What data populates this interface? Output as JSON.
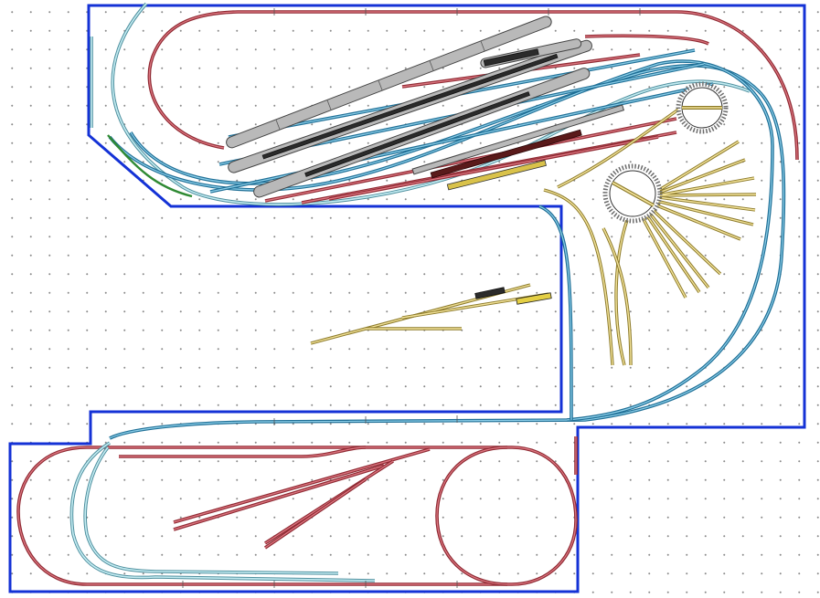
{
  "diagram": {
    "kind": "model railway track plan",
    "colors": {
      "board_outline": "#1432d6",
      "track_red": "#8f2a33",
      "track_blue": "#1f6f96",
      "track_teal": "#4f8f9e",
      "track_yellow": "#c9b44a",
      "track_green": "#2f8a33",
      "grid_dots": "#8a8a8a",
      "background": "#ffffff"
    },
    "elements": {
      "board": "baseboard-outline",
      "turntables": [
        "turntable-upper",
        "turntable-lower"
      ],
      "coaches": [
        "passenger-train-1",
        "passenger-train-2",
        "passenger-train-3",
        "passenger-train-4"
      ],
      "freight": [
        "freight-train-1",
        "freight-train-2",
        "freight-train-3"
      ],
      "loose_sidings": "yellow-siding-group"
    }
  }
}
